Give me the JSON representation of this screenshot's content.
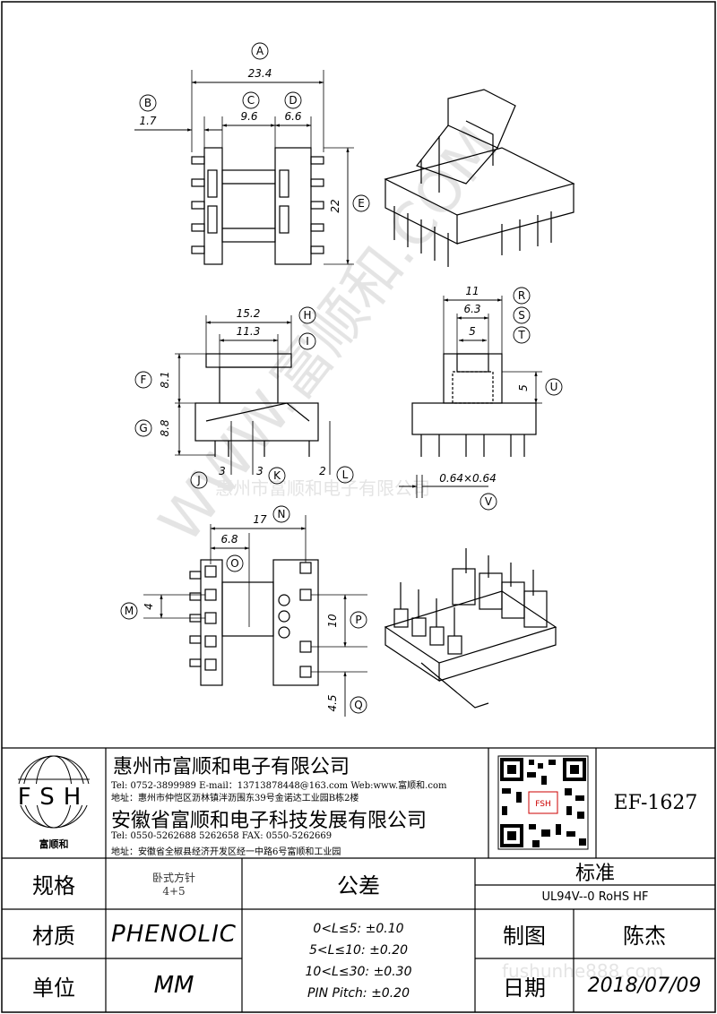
{
  "drawing": {
    "dims": {
      "A": {
        "letter": "A",
        "value": "23.4"
      },
      "B": {
        "letter": "B",
        "value": "1.7"
      },
      "C": {
        "letter": "C",
        "value": "9.6"
      },
      "D": {
        "letter": "D",
        "value": "6.6"
      },
      "E": {
        "letter": "E",
        "value": "22"
      },
      "F": {
        "letter": "F",
        "value": "8.1"
      },
      "G": {
        "letter": "G",
        "value": "8.8"
      },
      "H": {
        "letter": "H",
        "value": "15.2"
      },
      "I": {
        "letter": "I",
        "value": "11.3"
      },
      "J": {
        "letter": "J",
        "value": "3"
      },
      "K": {
        "letter": "K",
        "value": "3"
      },
      "L": {
        "letter": "L",
        "value": "2"
      },
      "M": {
        "letter": "M",
        "value": "4"
      },
      "N": {
        "letter": "N",
        "value": "17"
      },
      "O": {
        "letter": "O",
        "value": "6.8"
      },
      "P": {
        "letter": "P",
        "value": "10"
      },
      "Q": {
        "letter": "Q",
        "value": "4.5"
      },
      "R": {
        "letter": "R",
        "value": "11"
      },
      "S": {
        "letter": "S",
        "value": "6.3"
      },
      "T": {
        "letter": "T",
        "value": "5"
      },
      "U": {
        "letter": "U",
        "value": "5"
      },
      "V": {
        "letter": "V",
        "value": "0.64×0.64"
      }
    },
    "watermark_diag": "WWW.富顺和.COM",
    "watermark_line": "惠州市富顺和电子有限公司",
    "watermark_url": "fushunhe888.com"
  },
  "title_block": {
    "logo_text": "FSH",
    "logo_caption": "富顺和",
    "company1": "惠州市富顺和电子有限公司",
    "company1_tel": "Tel:     0752-3899989   E-mail：13713878448@163.com   Web:www.富顺和.com",
    "company1_addr": "地址：惠州市仲恺区沥林镇泮沥围东39号金诺达工业园B栋2楼",
    "company2": "安徽省富顺和电子科技发展有限公司",
    "company2_tel": "Tel:     0550-5262688   5262658        FAX:  0550-5262669",
    "company2_addr": "地址：安徽省全椒县经济开发区经一中路6号富顺和工业园",
    "qr_label": "FSH",
    "part_no": "EF-1627",
    "spec_label": "规格",
    "spec_value1": "卧式方针",
    "spec_value2": "4+5",
    "tolerance_label": "公差",
    "standard_label": "标准",
    "standard_value": "UL94V--0  RoHS HF",
    "material_label": "材质",
    "material_value": "PHENOLIC",
    "unit_label": "单位",
    "unit_value": "MM",
    "tolerances": [
      "0<L≤5: ±0.10",
      "5<L≤10: ±0.20",
      "10<L≤30: ±0.30",
      "PIN Pitch: ±0.20"
    ],
    "drawn_label": "制图",
    "drawn_value": "陈杰",
    "date_label": "日期",
    "date_value": "2018/07/09"
  }
}
